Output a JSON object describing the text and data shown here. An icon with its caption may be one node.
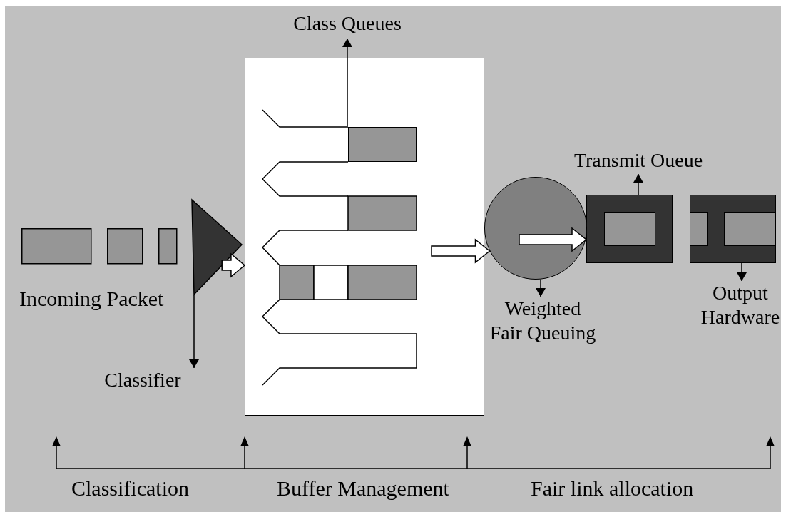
{
  "diagram": {
    "nodes": [
      {
        "text": [
          "Class Queues"
        ]
      },
      {
        "text": [],
        "shape": "box"
      },
      {
        "text": [],
        "shape": "box",
        "in": 1
      },
      {
        "text": [
          "Transmit Oueue"
        ]
      },
      {
        "text": [],
        "shape": "box"
      },
      {
        "text": [],
        "shape": "box"
      },
      {
        "text": [],
        "shape": "triangle"
      },
      {
        "text": [],
        "shape": "circle"
      },
      {
        "text": [
          "Weighted Fair Queuing"
        ]
      },
      {
        "text": [
          "Output Hardware"
        ]
      },
      {
        "text": [
          "Classifier"
        ]
      }
    ],
    "edges": [
      {
        "from": 2,
        "to": 0,
        "arrow": "to"
      },
      {
        "from": 4,
        "to": 3,
        "arrow": "to"
      },
      {
        "from": 6,
        "to": 10,
        "arrow": "to"
      },
      {
        "from": 7,
        "to": 8,
        "arrow": "to"
      },
      {
        "from": 5,
        "to": 9,
        "arrow": "to"
      },
      {
        "from": 6,
        "to": 1,
        "arrow": "to",
        "style": "thick",
        "color": "#ffffff"
      },
      {
        "from": null,
        "to": 7,
        "arrow": "to",
        "style": "thick",
        "color": "#ffffff"
      },
      {
        "from": 7,
        "to": 4,
        "arrow": "to",
        "style": "thick",
        "color": "#ffffff"
      }
    ],
    "labels": [
      "Incoming Packet",
      "Classification",
      "Buffer Management",
      "Fair link allocation"
    ]
  }
}
